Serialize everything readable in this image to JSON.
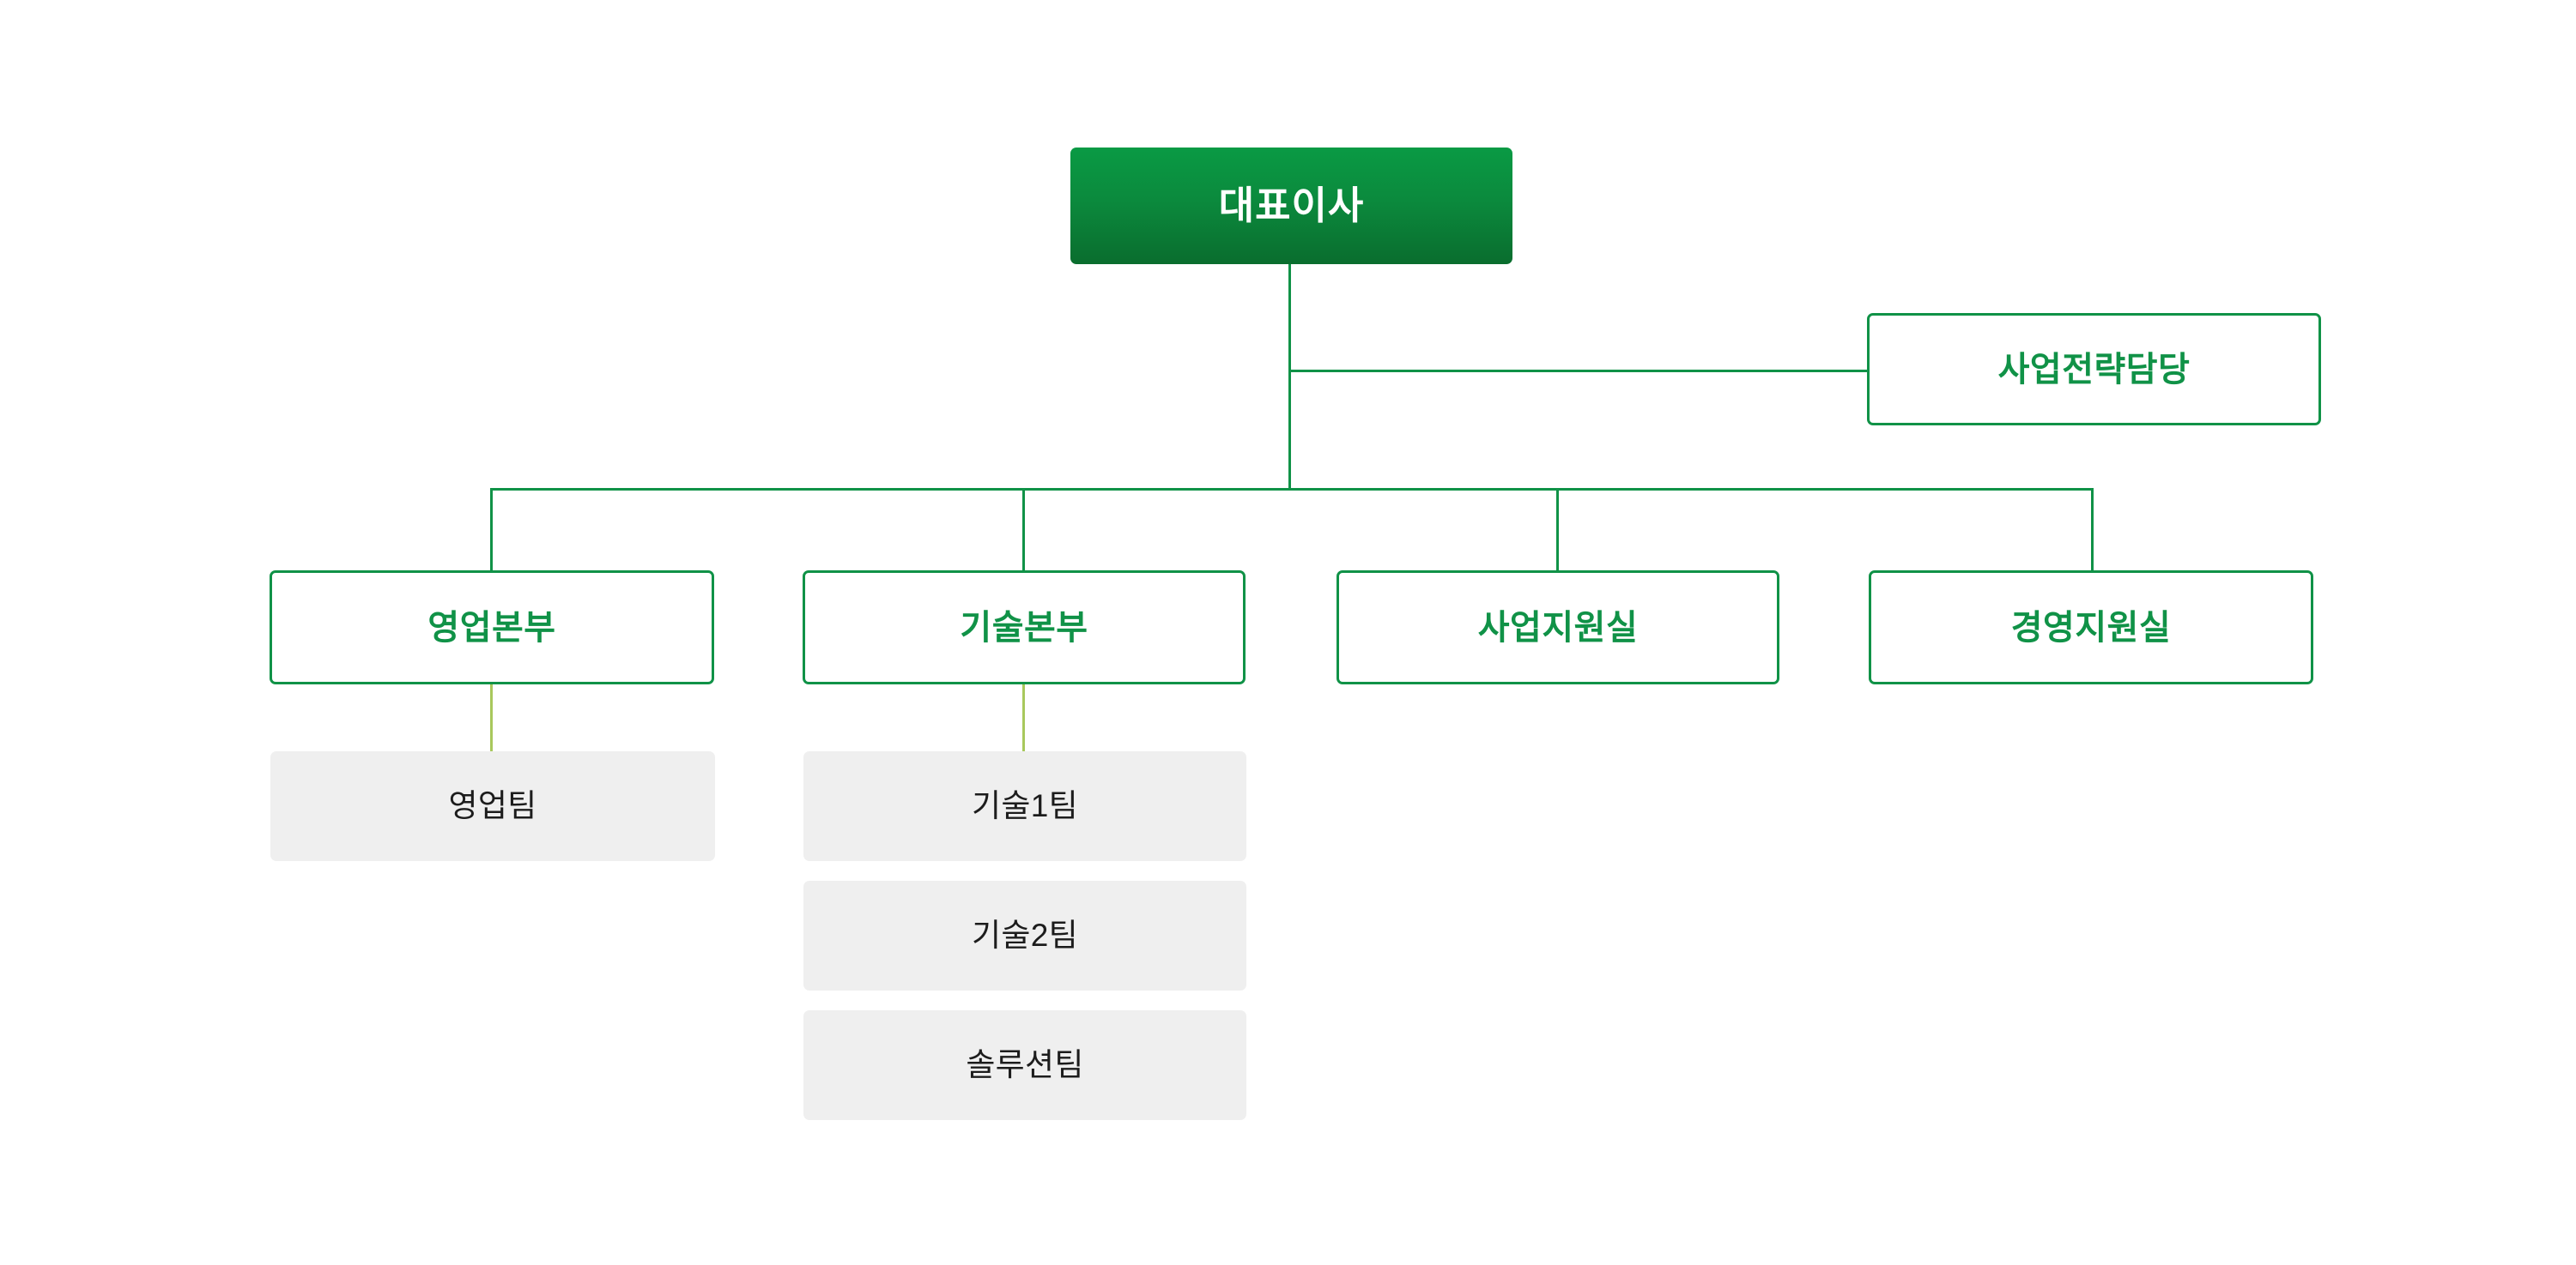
{
  "chart": {
    "type": "org-chart",
    "title": "",
    "background_color": "#ffffff",
    "colors": {
      "root_gradient_top": "#0a9a44",
      "root_gradient_bottom": "#0a6d2e",
      "root_text": "#ffffff",
      "box_border": "#109247",
      "box_text": "#109247",
      "box_background": "#ffffff",
      "team_background": "#efefef",
      "team_text": "#1c1c1c",
      "connector_main": "#109247",
      "connector_team": "#a8c85c"
    }
  },
  "root": {
    "label": "대표이사",
    "level": "executive"
  },
  "staff": [
    {
      "label": "사업전략담당",
      "level": "staff",
      "attached_to": "대표이사"
    }
  ],
  "divisions": [
    {
      "label": "영업본부",
      "level": "division",
      "teams": [
        {
          "label": "영업팀",
          "level": "team"
        }
      ]
    },
    {
      "label": "기술본부",
      "level": "division",
      "teams": [
        {
          "label": "기술1팀",
          "level": "team"
        },
        {
          "label": "기술2팀",
          "level": "team"
        },
        {
          "label": "솔루션팀",
          "level": "team"
        }
      ]
    },
    {
      "label": "사업지원실",
      "level": "division",
      "teams": []
    },
    {
      "label": "경영지원실",
      "level": "division",
      "teams": []
    }
  ]
}
